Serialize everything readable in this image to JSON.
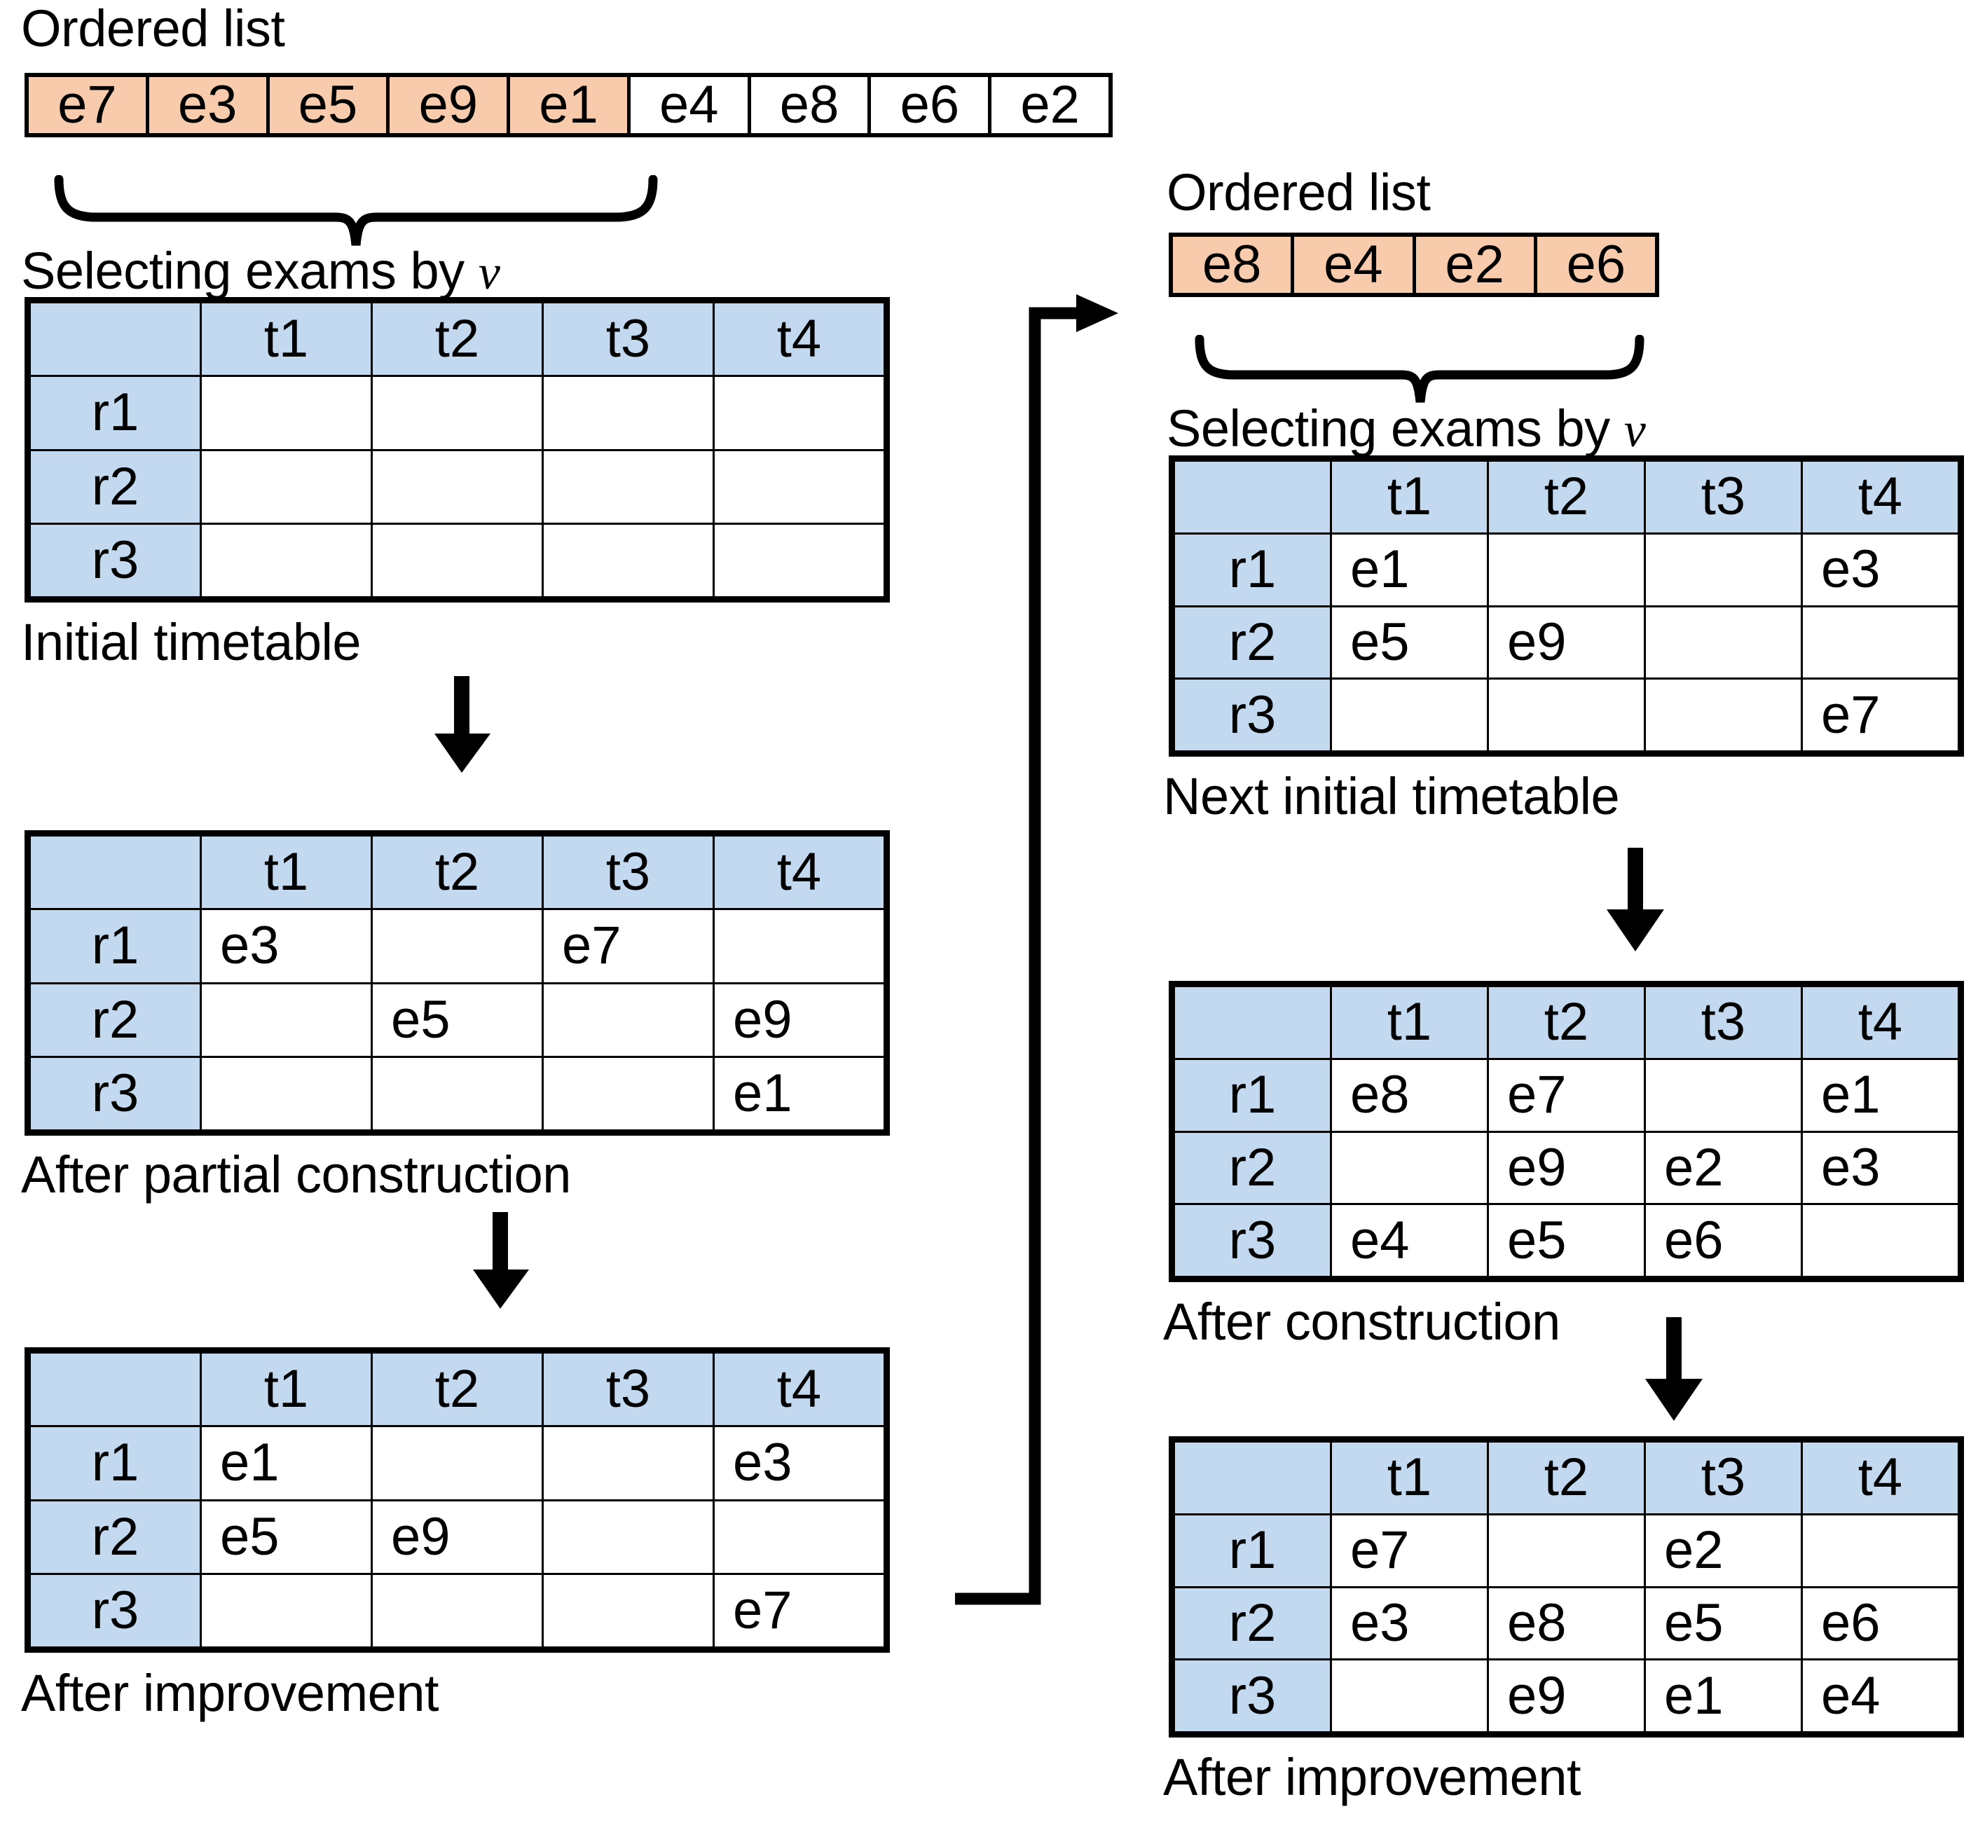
{
  "diagram": {
    "title_left_ordered_list": "Ordered list",
    "title_right_ordered_list": "Ordered list",
    "brace_caption_left": "Selecting exams by",
    "brace_caption_right": "Selecting exams by",
    "brace_variable": "v",
    "caption_initial_timetable": "Initial timetable",
    "caption_after_partial_construction": "After partial construction",
    "caption_after_improvement_left": "After improvement",
    "caption_next_initial_timetable": "Next initial timetable",
    "caption_after_construction": "After construction",
    "caption_after_improvement_right": "After improvement",
    "colors": {
      "selected_cell": "#f7cbac",
      "table_header": "#c3d9ef",
      "border": "#000000",
      "background": "#ffffff"
    }
  },
  "left": {
    "ordered_list": [
      {
        "label": "e7",
        "selected": true
      },
      {
        "label": "e3",
        "selected": true
      },
      {
        "label": "e5",
        "selected": true
      },
      {
        "label": "e9",
        "selected": true
      },
      {
        "label": "e1",
        "selected": true
      },
      {
        "label": "e4",
        "selected": false
      },
      {
        "label": "e8",
        "selected": false
      },
      {
        "label": "e6",
        "selected": false
      },
      {
        "label": "e2",
        "selected": false
      }
    ],
    "timetables": [
      {
        "name": "initial-timetable",
        "caption": "Initial timetable",
        "columns": [
          "",
          "t1",
          "t2",
          "t3",
          "t4"
        ],
        "rows": [
          {
            "label": "r1",
            "cells": [
              "",
              "",
              "",
              ""
            ]
          },
          {
            "label": "r2",
            "cells": [
              "",
              "",
              "",
              ""
            ]
          },
          {
            "label": "r3",
            "cells": [
              "",
              "",
              "",
              ""
            ]
          }
        ]
      },
      {
        "name": "after-partial-construction",
        "caption": "After partial construction",
        "columns": [
          "",
          "t1",
          "t2",
          "t3",
          "t4"
        ],
        "rows": [
          {
            "label": "r1",
            "cells": [
              "e3",
              "",
              "e7",
              ""
            ]
          },
          {
            "label": "r2",
            "cells": [
              "",
              "e5",
              "",
              "e9"
            ]
          },
          {
            "label": "r3",
            "cells": [
              "",
              "",
              "",
              "e1"
            ]
          }
        ]
      },
      {
        "name": "after-improvement-left",
        "caption": "After improvement",
        "columns": [
          "",
          "t1",
          "t2",
          "t3",
          "t4"
        ],
        "rows": [
          {
            "label": "r1",
            "cells": [
              "e1",
              "",
              "",
              "e3"
            ]
          },
          {
            "label": "r2",
            "cells": [
              "e5",
              "e9",
              "",
              ""
            ]
          },
          {
            "label": "r3",
            "cells": [
              "",
              "",
              "",
              "e7"
            ]
          }
        ]
      }
    ]
  },
  "right": {
    "ordered_list": [
      {
        "label": "e8",
        "selected": true
      },
      {
        "label": "e4",
        "selected": true
      },
      {
        "label": "e2",
        "selected": true
      },
      {
        "label": "e6",
        "selected": true
      }
    ],
    "timetables": [
      {
        "name": "next-initial-timetable",
        "caption": "Next initial timetable",
        "columns": [
          "",
          "t1",
          "t2",
          "t3",
          "t4"
        ],
        "rows": [
          {
            "label": "r1",
            "cells": [
              "e1",
              "",
              "",
              "e3"
            ]
          },
          {
            "label": "r2",
            "cells": [
              "e5",
              "e9",
              "",
              ""
            ]
          },
          {
            "label": "r3",
            "cells": [
              "",
              "",
              "",
              "e7"
            ]
          }
        ]
      },
      {
        "name": "after-construction",
        "caption": "After construction",
        "columns": [
          "",
          "t1",
          "t2",
          "t3",
          "t4"
        ],
        "rows": [
          {
            "label": "r1",
            "cells": [
              "e8",
              "e7",
              "",
              "e1"
            ]
          },
          {
            "label": "r2",
            "cells": [
              "",
              "e9",
              "e2",
              "e3"
            ]
          },
          {
            "label": "r3",
            "cells": [
              "e4",
              "e5",
              "e6",
              ""
            ]
          }
        ]
      },
      {
        "name": "after-improvement-right",
        "caption": "After improvement",
        "columns": [
          "",
          "t1",
          "t2",
          "t3",
          "t4"
        ],
        "rows": [
          {
            "label": "r1",
            "cells": [
              "e7",
              "",
              "e2",
              ""
            ]
          },
          {
            "label": "r2",
            "cells": [
              "e3",
              "e8",
              "e5",
              "e6"
            ]
          },
          {
            "label": "r3",
            "cells": [
              "",
              "e9",
              "e1",
              "e4"
            ]
          }
        ]
      }
    ]
  }
}
